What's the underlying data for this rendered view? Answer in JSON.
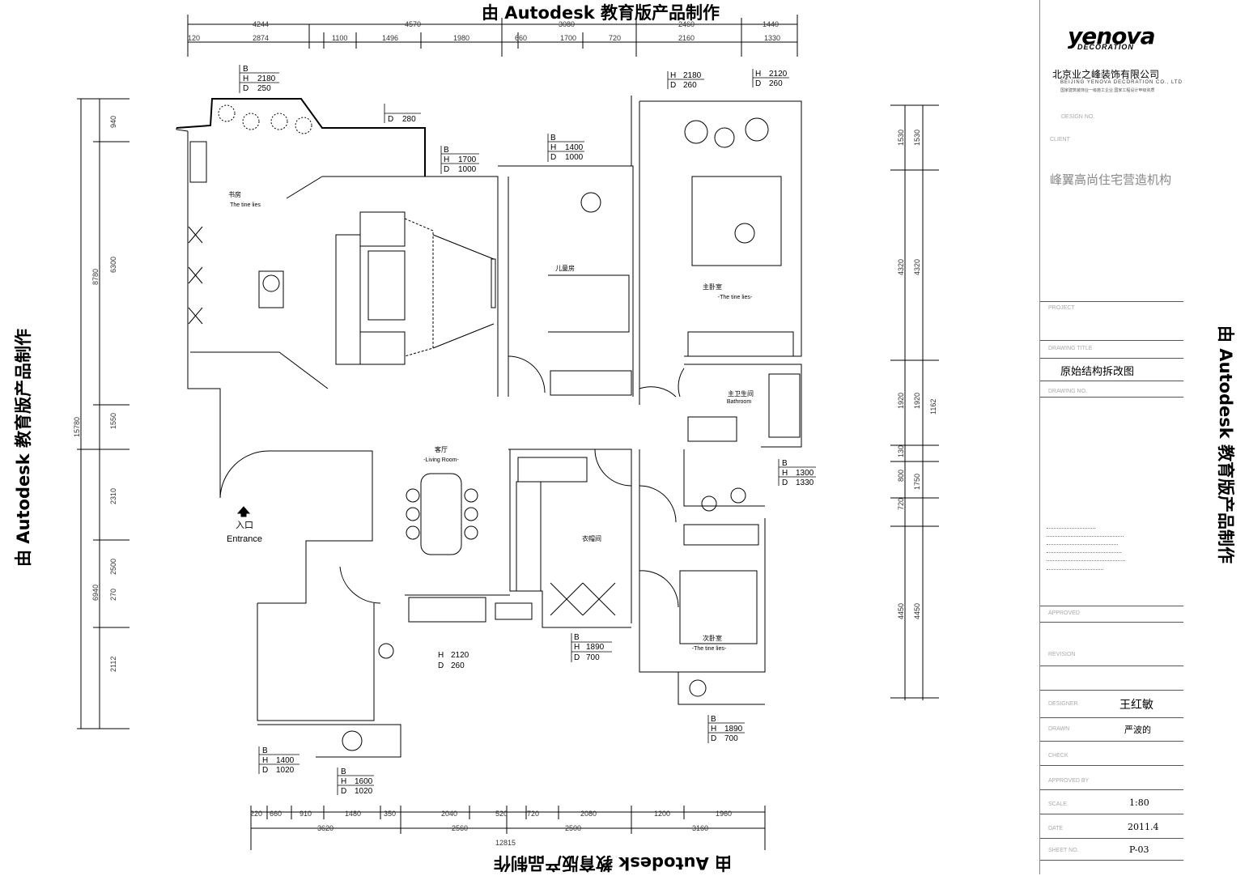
{
  "watermark": "由 Autodesk 教育版产品制作",
  "dimensions": {
    "top_row1": [
      "4244",
      "4570",
      "3080",
      "2460",
      "1440"
    ],
    "top_row2": [
      "120",
      "2874",
      "1100",
      "1496",
      "1980",
      "660",
      "1700",
      "720",
      "2160",
      "1330"
    ],
    "bottom_row1": [
      "220",
      "660",
      "910",
      "1480",
      "350",
      "2040",
      "520",
      "720",
      "2080",
      "1200",
      "1960"
    ],
    "bottom_row2": [
      "3620",
      "2560",
      "2500",
      "3160"
    ],
    "bottom_total": "12815",
    "left_outer": [
      "8780",
      "6940"
    ],
    "left_inner": [
      "940",
      "6300",
      "1550",
      "2310",
      "2500",
      "270",
      "2112"
    ],
    "left_total": "15780",
    "right_outer": [
      "1530",
      "4320",
      "1920",
      "1162",
      "1750",
      "4450"
    ],
    "right_inner": [
      "1530",
      "4320",
      "1920",
      "130",
      "800",
      "720",
      "4450"
    ]
  },
  "tags": [
    {
      "b": "B",
      "h": "2180",
      "d": "250"
    },
    {
      "d": "280"
    },
    {
      "b": "B",
      "h": "1700",
      "d": "1000"
    },
    {
      "b": "B",
      "h": "1400",
      "d": "1000"
    },
    {
      "h": "2180",
      "d": "260"
    },
    {
      "h": "2120",
      "d": "260"
    },
    {
      "b": "B",
      "h": "1300",
      "d": "1330"
    },
    {
      "h": "2120",
      "d": "260"
    },
    {
      "b": "B",
      "h": "1890",
      "d": "700"
    },
    {
      "b": "B",
      "h": "1890",
      "d": "700"
    },
    {
      "b": "B",
      "h": "1400",
      "d": "1020"
    },
    {
      "b": "B",
      "h": "1600",
      "d": "1020"
    }
  ],
  "tag_letters": {
    "h": "H",
    "d": "D"
  },
  "rooms": {
    "study_cn": "书房",
    "study_en": "The tine lies",
    "kids_cn": "儿童房",
    "master_cn": "主卧室",
    "master_en": "-The tine lies-",
    "master_bath_cn": "主卫生间",
    "master_bath_en": "Bathroom",
    "living_cn": "客厅",
    "living_en": "-Living Room-",
    "closet_cn": "衣帽间",
    "second_cn": "次卧室",
    "second_en": "-The tine lies-",
    "entrance_cn": "入口",
    "entrance_en": "Entrance"
  },
  "title_block": {
    "logo": "yenova",
    "logo_sub": "DECORATION",
    "company": "北京业之峰装饰有限公司",
    "company_en": "BEIJING YENOVA DECORATION CO., LTD",
    "company_cert": "国家建筑装饰业一级施工企业  国家工程设计甲级资质",
    "slogan": "峰翼高尚住宅营造机构",
    "drawing_title": "原始结构拆改图",
    "designer": "王红敏",
    "drawn": "严波的",
    "scale": "1:80",
    "date": "2011.4",
    "sheet": "P-03",
    "labels": [
      "DESIGN NO.",
      "CLIENT",
      "PROJECT",
      "DRAWING TITLE",
      "DRAWING NO.",
      "APPROVED",
      "REVISION",
      "DESIGNER",
      "DRAWN",
      "CHECK",
      "APPROVED BY",
      "SCALE",
      "DATE",
      "SHEET NO."
    ]
  },
  "colors": {
    "line": "#000000",
    "faint": "#999999",
    "watermark": "#000000"
  }
}
